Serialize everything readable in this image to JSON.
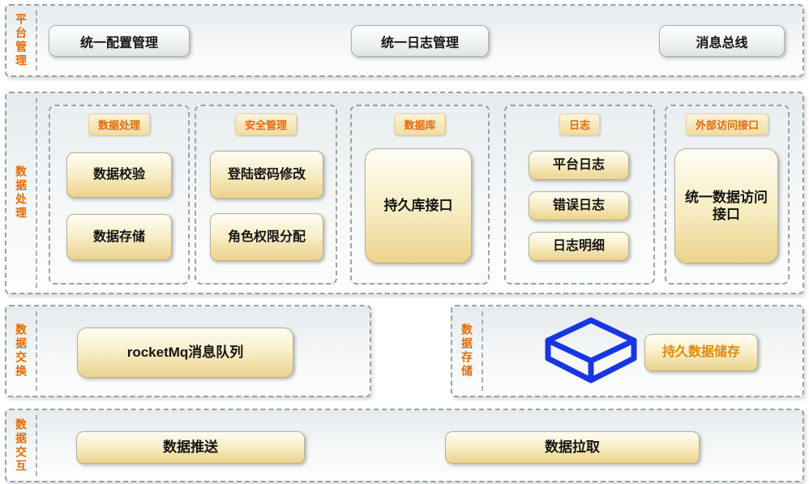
{
  "platform": {
    "label": "平台管理",
    "items": [
      "统一配置管理",
      "统一日志管理",
      "消息总线"
    ]
  },
  "processing": {
    "label": "数据处理",
    "groups": [
      {
        "title": "数据处理",
        "items": [
          "数据校验",
          "数据存储"
        ]
      },
      {
        "title": "安全管理",
        "items": [
          "登陆密码修改",
          "角色权限分配"
        ]
      },
      {
        "title": "数据库",
        "items": [
          "持久库接口"
        ]
      },
      {
        "title": "日志",
        "items": [
          "平台日志",
          "错误日志",
          "日志明细"
        ]
      },
      {
        "title": "外部访问接口",
        "items": [
          "统一数据访问接口"
        ]
      }
    ]
  },
  "exchange": {
    "label": "数据交换",
    "items": [
      "rocketMq消息队列"
    ]
  },
  "storage": {
    "label": "数据存储",
    "icon": "storage-cube-icon",
    "item": "持久数据储存"
  },
  "interaction": {
    "label": "数据交互",
    "items": [
      "数据推送",
      "数据拉取"
    ]
  },
  "colors": {
    "accent_orange": "#E36C09",
    "gold": "#ECD28C",
    "cube_blue": "#1736E3",
    "border_gray": "#98A1A7"
  }
}
